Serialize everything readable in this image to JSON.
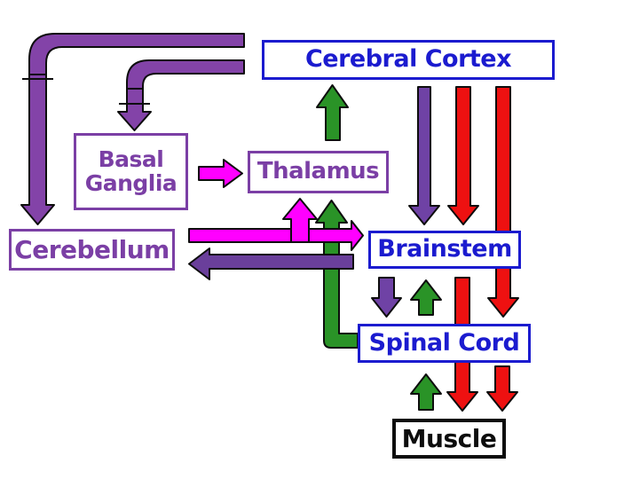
{
  "diagram": {
    "description": "Motor-system pathway diagram slide",
    "colors": {
      "blue_box": "#1b1bcf",
      "purple_box": "#7b3fa5",
      "black_box": "#0d0d0d",
      "background": "#ffffff"
    },
    "boxes": {
      "cerebral_cortex": {
        "label": "Cerebral Cortex"
      },
      "basal_ganglia": {
        "line1": "Basal",
        "line2": "Ganglia"
      },
      "thalamus": {
        "label": "Thalamus"
      },
      "cerebellum": {
        "label": "Cerebellum"
      },
      "brainstem": {
        "label": "Brainstem"
      },
      "spinal_cord": {
        "label": "Spinal Cord"
      },
      "muscle": {
        "label": "Muscle"
      }
    },
    "arrows": [
      {
        "id": "cortex-to-cerebellum",
        "from": "Cerebral Cortex",
        "to": "Cerebellum",
        "color": "#8343a8",
        "shape": "elbow-left-down",
        "synapse_marks": true
      },
      {
        "id": "cortex-to-basal-ganglia",
        "from": "Cerebral Cortex",
        "to": "Basal Ganglia",
        "color": "#8343a8",
        "shape": "elbow-left-down",
        "synapse_marks": true
      },
      {
        "id": "basal-ganglia-to-thalamus",
        "from": "Basal Ganglia",
        "to": "Thalamus",
        "color": "#ff00ff",
        "shape": "right"
      },
      {
        "id": "thalamus-to-cortex",
        "from": "Thalamus",
        "to": "Cerebral Cortex",
        "color": "#2a9327",
        "shape": "up"
      },
      {
        "id": "cortex-to-brainstem-purple",
        "from": "Cerebral Cortex",
        "to": "Brainstem",
        "color": "#6f42a5",
        "shape": "down"
      },
      {
        "id": "cortex-to-brainstem-red",
        "from": "Cerebral Cortex",
        "to": "Brainstem",
        "color": "#ee1111",
        "shape": "down"
      },
      {
        "id": "cortex-to-spinal-cord-red",
        "from": "Cerebral Cortex",
        "to": "Spinal Cord",
        "color": "#ee1111",
        "shape": "down-behind-brainstem"
      },
      {
        "id": "cerebellum-to-brainstem",
        "from": "Cerebellum",
        "to": "Brainstem",
        "color": "#ff00ff",
        "shape": "right"
      },
      {
        "id": "cerebellum-to-thalamus",
        "from": "Cerebellum",
        "to": "Thalamus",
        "color": "#ff00ff",
        "shape": "branch-up"
      },
      {
        "id": "spinal-cord-to-thalamus",
        "from": "Spinal Cord",
        "to": "Thalamus",
        "color": "#2a9327",
        "shape": "elbow-up"
      },
      {
        "id": "brainstem-to-cerebellum",
        "from": "Brainstem",
        "to": "Cerebellum",
        "color": "#6a3f9b",
        "shape": "left"
      },
      {
        "id": "brainstem-to-spinal-cord",
        "from": "Brainstem",
        "to": "Spinal Cord",
        "color": "#6f42a5",
        "shape": "down"
      },
      {
        "id": "spinal-cord-to-brainstem",
        "from": "Spinal Cord",
        "to": "Brainstem",
        "color": "#2a9327",
        "shape": "up"
      },
      {
        "id": "brainstem-to-muscle-red",
        "from": "Brainstem",
        "to": "Muscle",
        "color": "#ee1111",
        "shape": "down-behind-spinal-cord"
      },
      {
        "id": "spinal-cord-to-muscle-red",
        "from": "Spinal Cord",
        "to": "Muscle",
        "color": "#ee1111",
        "shape": "down"
      },
      {
        "id": "muscle-to-spinal-cord",
        "from": "Muscle",
        "to": "Spinal Cord",
        "color": "#2a9327",
        "shape": "up"
      }
    ]
  }
}
